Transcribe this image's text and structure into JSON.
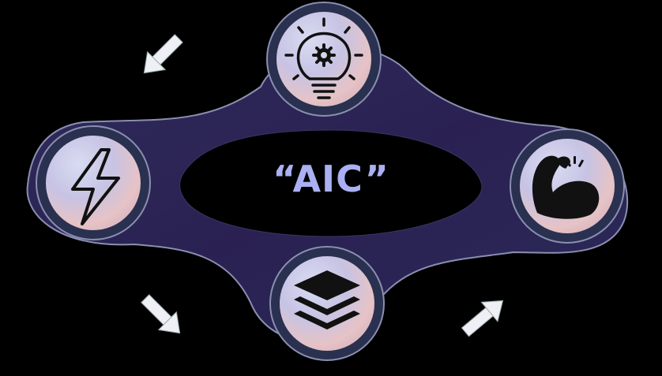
{
  "diagram": {
    "center_label": "“AIC”",
    "colors": {
      "background": "#000000",
      "band": "#2a2550",
      "band_outline": "#8a8fb0",
      "label": "#aab0f2",
      "arrow": "#eef0f6"
    },
    "nodes": [
      {
        "id": "top",
        "icon": "lightbulb-gear-icon"
      },
      {
        "id": "left",
        "icon": "lightning-bolt-icon"
      },
      {
        "id": "right",
        "icon": "flexed-bicep-icon"
      },
      {
        "id": "bottom",
        "icon": "layers-stack-icon"
      }
    ],
    "arrows": [
      {
        "id": "top-left",
        "icon": "arrow-down-left-icon"
      },
      {
        "id": "bottom-left",
        "icon": "arrow-down-right-icon"
      },
      {
        "id": "bottom-right",
        "icon": "arrow-up-right-icon"
      }
    ]
  }
}
